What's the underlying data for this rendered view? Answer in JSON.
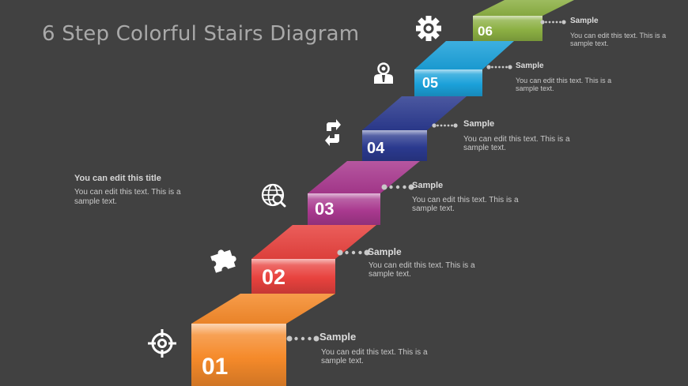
{
  "title": "6 Step Colorful Stairs Diagram",
  "side_note": {
    "title": "You can edit this title",
    "body": "You can edit this text. This is a sample text."
  },
  "steps": [
    {
      "number": "01",
      "label": "Sample",
      "text": "You can edit this text. This is a sample text.",
      "color": "#f58a2a",
      "icon": "target-icon"
    },
    {
      "number": "02",
      "label": "Sample",
      "text": "You can edit this text. This is a sample text.",
      "color": "#e8423e",
      "icon": "puzzle-icon"
    },
    {
      "number": "03",
      "label": "Sample",
      "text": "You can edit this text. This is a sample text.",
      "color": "#a9398f",
      "icon": "search-globe-icon"
    },
    {
      "number": "04",
      "label": "Sample",
      "text": "You can edit this text. This is a sample text.",
      "color": "#2b3a8f",
      "icon": "recycle-arrows-icon"
    },
    {
      "number": "05",
      "label": "Sample",
      "text": "You can edit this text. This is a sample text.",
      "color": "#1ba1da",
      "icon": "user-icon"
    },
    {
      "number": "06",
      "label": "Sample",
      "text": "You can edit this text. This is a sample text.",
      "color": "#8cb043",
      "icon": "gear-icon"
    }
  ]
}
